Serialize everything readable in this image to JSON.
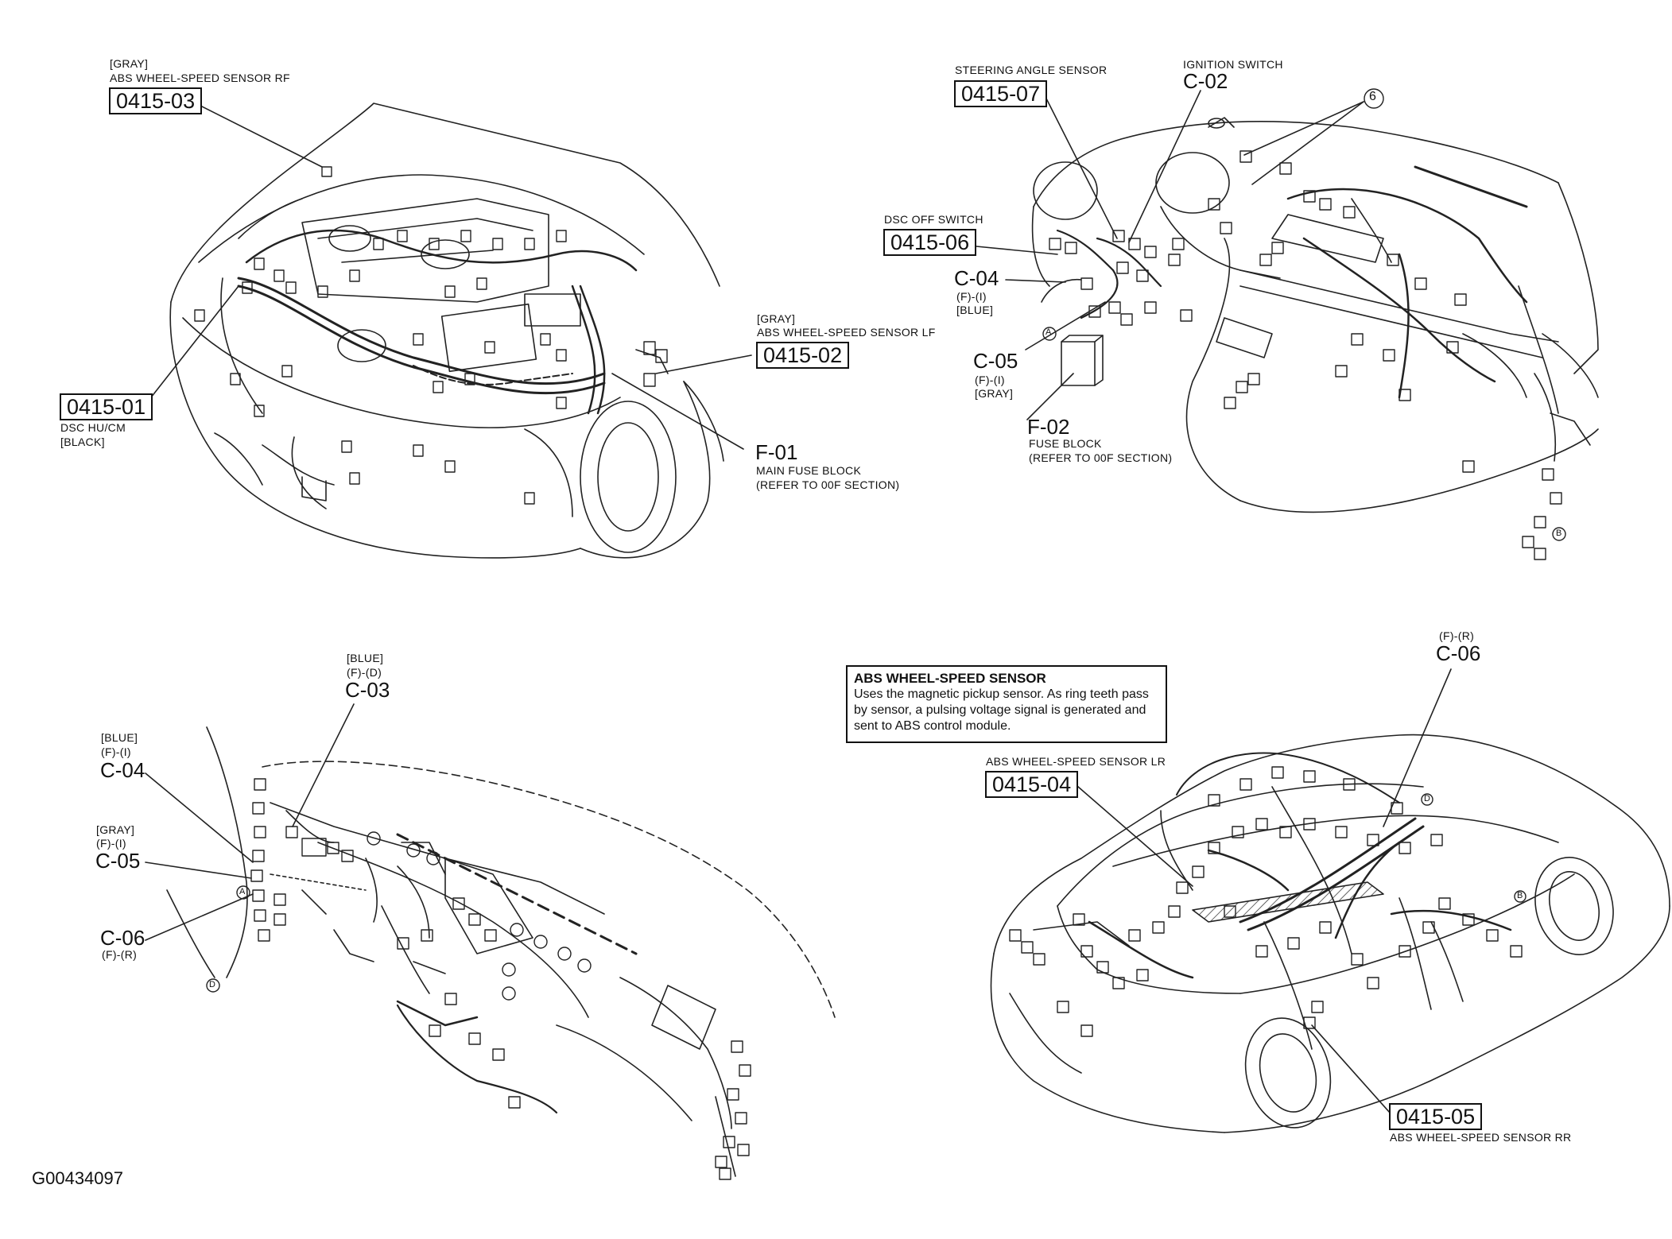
{
  "diagram": {
    "panel_top_left": {
      "rf_sensor": {
        "color": "[GRAY]",
        "name": "ABS WHEEL-SPEED SENSOR RF",
        "code": "0415-03"
      },
      "lf_sensor": {
        "color": "[GRAY]",
        "name": "ABS WHEEL-SPEED SENSOR LF",
        "code": "0415-02"
      },
      "dsc_hu": {
        "code": "0415-01",
        "name": "DSC HU/CM",
        "color": "[BLACK]"
      },
      "main_fuse": {
        "code": "F-01",
        "name": "MAIN FUSE BLOCK",
        "note": "(REFER TO 00F SECTION)"
      }
    },
    "panel_top_right": {
      "steering": {
        "name": "STEERING ANGLE SENSOR",
        "code": "0415-07"
      },
      "ignition": {
        "name": "IGNITION SWITCH",
        "code": "C-02"
      },
      "callout": "6",
      "dsc_off": {
        "name": "DSC OFF SWITCH",
        "code": "0415-06"
      },
      "c04": {
        "code": "C-04",
        "pos": "(F)-(I)",
        "color": "[BLUE]"
      },
      "c05": {
        "code": "C-05",
        "pos": "(F)-(I)",
        "color": "[GRAY]"
      },
      "fuse2": {
        "code": "F-02",
        "name": "FUSE BLOCK",
        "note": "(REFER TO 00F SECTION)"
      },
      "marker_a": "A",
      "marker_b": "B"
    },
    "panel_bottom_left": {
      "c03": {
        "color": "[BLUE]",
        "pos": "(F)-(D)",
        "code": "C-03"
      },
      "c04": {
        "color": "[BLUE]",
        "pos": "(F)-(I)",
        "code": "C-04"
      },
      "c05": {
        "color": "[GRAY]",
        "pos": "(F)-(I)",
        "code": "C-05"
      },
      "c06": {
        "code": "C-06",
        "pos": "(F)-(R)"
      },
      "marker_a": "A",
      "marker_d": "D"
    },
    "panel_bottom_right": {
      "info": {
        "title": "ABS WHEEL-SPEED SENSOR",
        "body": "Uses the magnetic pickup sensor. As ring teeth pass by sensor, a pulsing voltage signal is generated and sent to ABS control module."
      },
      "c06": {
        "pos": "(F)-(R)",
        "code": "C-06"
      },
      "lr_sensor": {
        "name": "ABS WHEEL-SPEED SENSOR LR",
        "code": "0415-04"
      },
      "rr_sensor": {
        "code": "0415-05",
        "name": "ABS WHEEL-SPEED SENSOR RR"
      },
      "marker_d": "D",
      "marker_b": "B"
    },
    "figure_id": "G00434097"
  }
}
